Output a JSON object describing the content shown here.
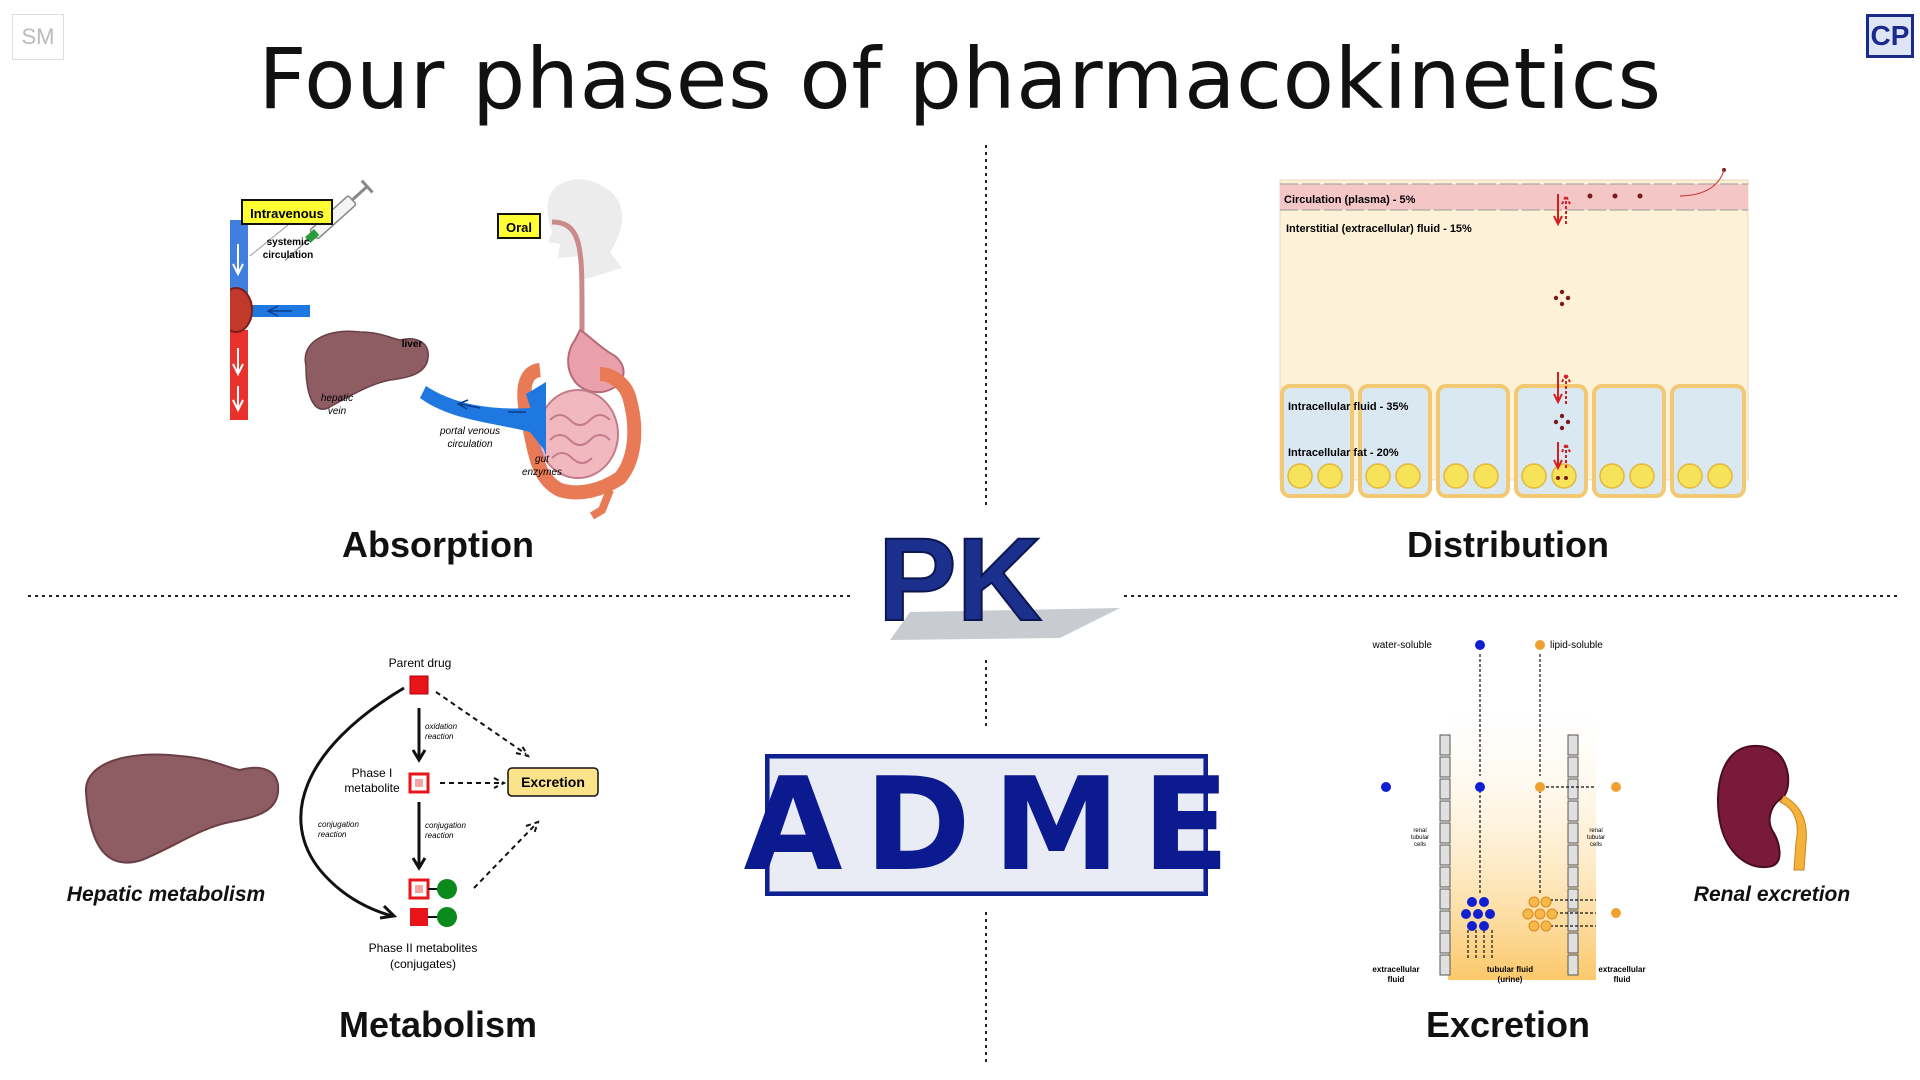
{
  "title": "Four phases of pharmacokinetics",
  "badges": {
    "left": "SM",
    "right": "CP"
  },
  "center": {
    "pk": "PK",
    "adme": "ADME"
  },
  "colors": {
    "adme_blue": "#0b1a8e",
    "arterial_red": "#e8322b",
    "venous_blue": "#3f7fe0",
    "lipid_orange": "#f0a030",
    "water_blue": "#1020d0"
  },
  "absorption": {
    "heading": "Absorption",
    "intravenous": "Intravenous",
    "oral": "Oral",
    "systemic_1": "systemic",
    "systemic_2": "circulation",
    "liver": "liver",
    "hepatic_1": "hepatic",
    "hepatic_2": "vein",
    "portal_1": "portal venous",
    "portal_2": "circulation",
    "gut_1": "gut",
    "gut_2": "enzymes"
  },
  "distribution": {
    "heading": "Distribution",
    "plasma": "Circulation (plasma) - 5%",
    "interstitial": "Interstitial (extracellular) fluid - 15%",
    "intracellular_fluid": "Intracellular fluid - 35%",
    "intracellular_fat": "Intracellular fat - 20%"
  },
  "metabolism": {
    "heading": "Metabolism",
    "hepatic": "Hepatic metabolism",
    "parent": "Parent drug",
    "oxidation_1": "oxidation",
    "oxidation_2": "reaction",
    "phase1_1": "Phase I",
    "phase1_2": "metabolite",
    "excretion_box": "Excretion",
    "conj_left_1": "conjugation",
    "conj_left_2": "reaction",
    "conj_right_1": "conjugation",
    "conj_right_2": "reaction",
    "phase2_1": "Phase II metabolites",
    "phase2_2": "(conjugates)"
  },
  "excretion": {
    "heading": "Excretion",
    "renal": "Renal excretion",
    "water_soluble": "water-soluble",
    "lipid_soluble": "lipid-soluble",
    "renal_cells_1": "renal",
    "renal_cells_2": "tubular",
    "renal_cells_3": "cells",
    "extra_1": "extracellular",
    "extra_2": "fluid",
    "tubular_1": "tubular fluid",
    "tubular_2": "(urine)"
  }
}
